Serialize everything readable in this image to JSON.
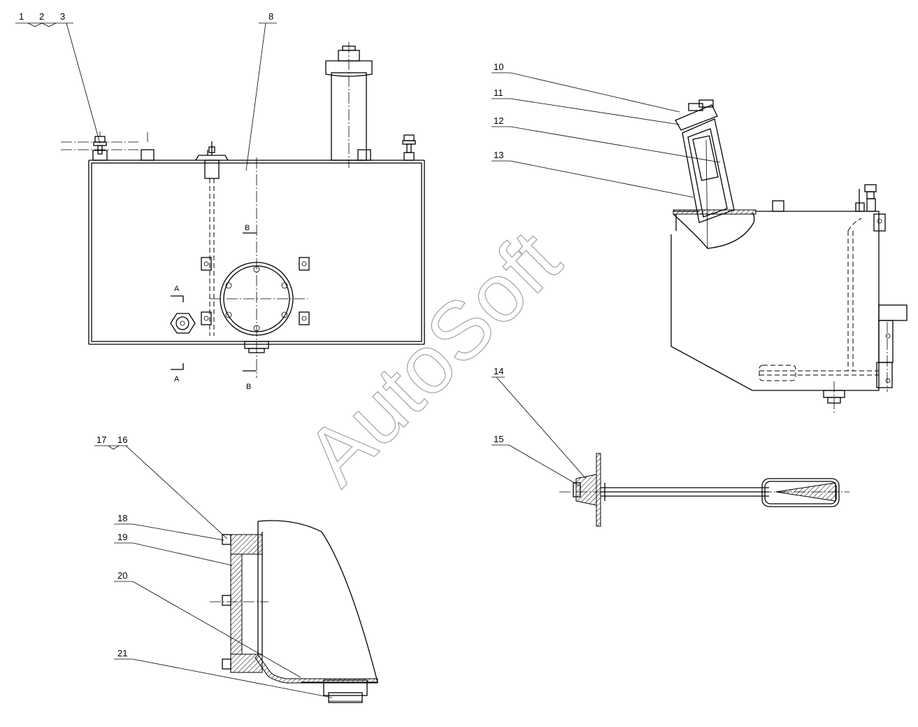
{
  "watermark": "AutoSoft",
  "callouts": {
    "c1": "1",
    "c2": "2",
    "c3": "3",
    "c8": "8",
    "c10": "10",
    "c11": "11",
    "c12": "12",
    "c13": "13",
    "c14": "14",
    "c15": "15",
    "c16": "16",
    "c17": "17",
    "c18": "18",
    "c19": "19",
    "c20": "20",
    "c21": "21"
  },
  "section_marks": {
    "a_top": "A",
    "a_bottom": "A",
    "b_top": "B",
    "b_bottom": "B"
  },
  "colors": {
    "line": "#000000",
    "watermark": "#9a9a9a",
    "background": "#ffffff"
  }
}
